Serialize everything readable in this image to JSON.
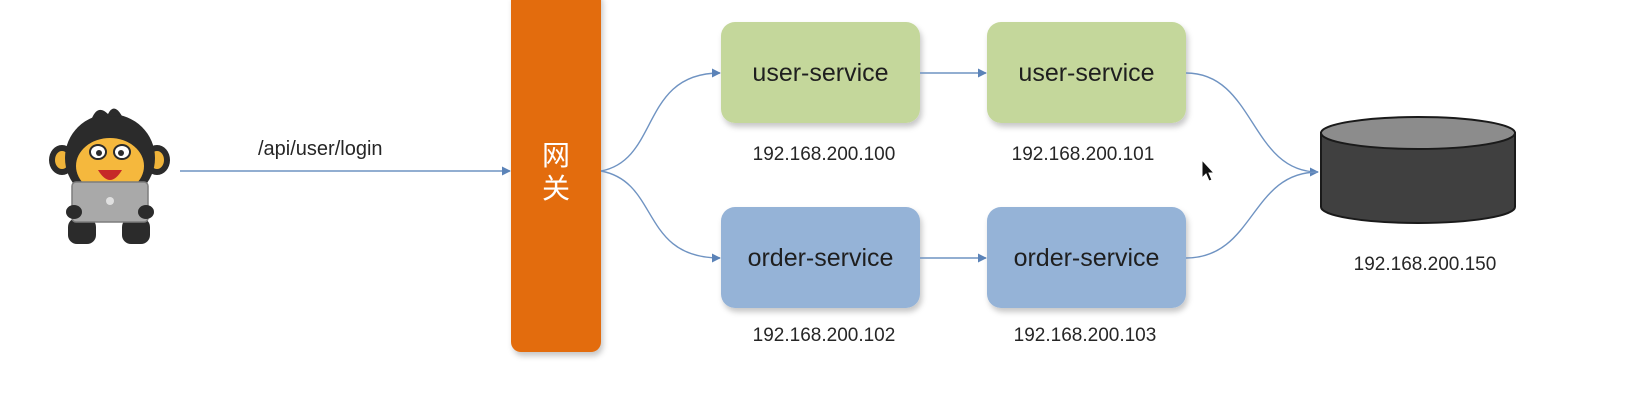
{
  "request": {
    "path": "/api/user/login"
  },
  "gateway": {
    "label_line1": "网",
    "label_line2": "关",
    "color": "#e36c0a"
  },
  "services": {
    "user_a": {
      "name": "user-service",
      "ip": "192.168.200.100"
    },
    "user_b": {
      "name": "user-service",
      "ip": "192.168.200.101"
    },
    "order_a": {
      "name": "order-service",
      "ip": "192.168.200.102"
    },
    "order_b": {
      "name": "order-service",
      "ip": "192.168.200.103"
    }
  },
  "database": {
    "ip": "192.168.200.150"
  },
  "colors": {
    "user_service": "#c4d79b",
    "order_service": "#95b3d7",
    "connector": "#6f93c2",
    "database_body": "#404040",
    "database_top": "#8c8c8c"
  },
  "icons": {
    "client": "monkey-with-laptop-icon",
    "cursor": "mouse-pointer-icon"
  }
}
